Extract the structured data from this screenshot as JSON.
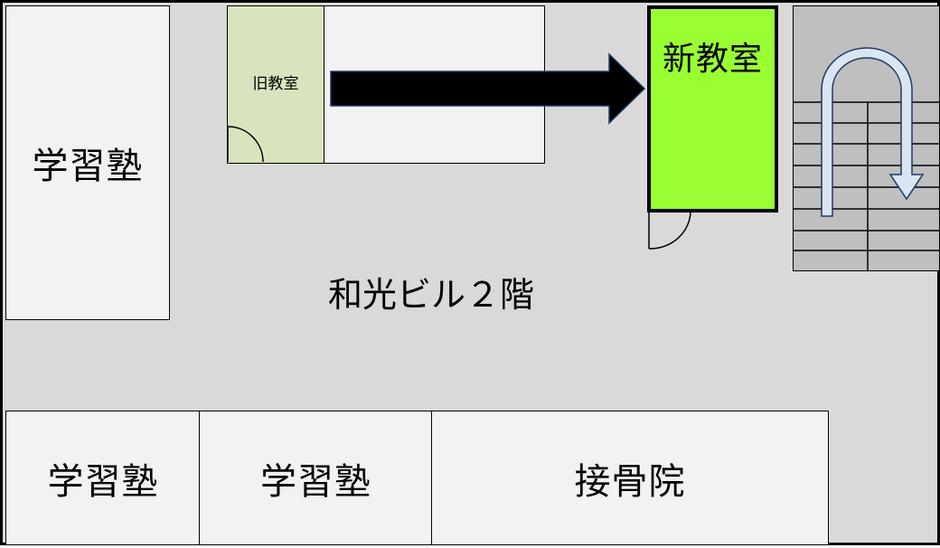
{
  "floor": {
    "name": "和光ビル２階"
  },
  "rooms": {
    "juku_top_left": "学習塾",
    "juku_bottom_1": "学習塾",
    "juku_bottom_2": "学習塾",
    "clinic": "接骨院",
    "old_classroom": "旧教室",
    "new_classroom": "新教室"
  },
  "colors": {
    "floor": "#d9d9d9",
    "room": "#f2f2f2",
    "old_classroom": "#d7e4bd",
    "new_classroom": "#99ff33",
    "stairs": "#bfbfbf",
    "stair_arrow": "#dbe5f1"
  },
  "icons": {
    "move_arrow": "arrow-right-icon",
    "stair_direction": "u-turn-arrow-icon"
  }
}
